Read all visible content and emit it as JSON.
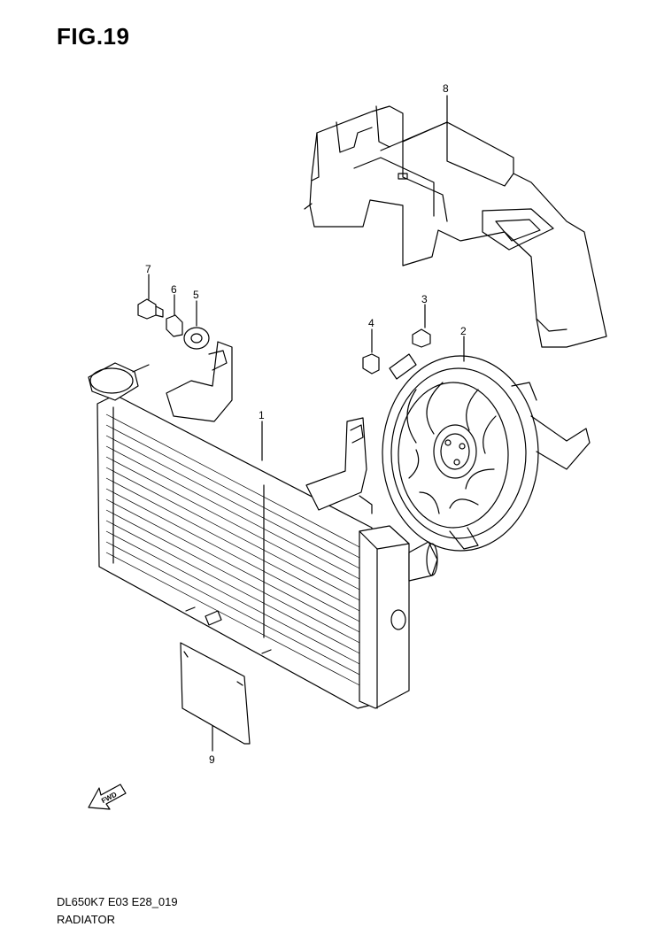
{
  "figure": {
    "title": "FIG.19",
    "code": "DL650K7 E03 E28_019",
    "caption": "RADIATOR"
  },
  "callouts": [
    {
      "id": "callout-1",
      "label": "1"
    },
    {
      "id": "callout-2",
      "label": "2"
    },
    {
      "id": "callout-3",
      "label": "3"
    },
    {
      "id": "callout-4",
      "label": "4"
    },
    {
      "id": "callout-5",
      "label": "5"
    },
    {
      "id": "callout-6",
      "label": "6"
    },
    {
      "id": "callout-7",
      "label": "7"
    },
    {
      "id": "callout-8",
      "label": "8"
    },
    {
      "id": "callout-9",
      "label": "9"
    }
  ],
  "direction_marker": {
    "label": "FWD"
  }
}
